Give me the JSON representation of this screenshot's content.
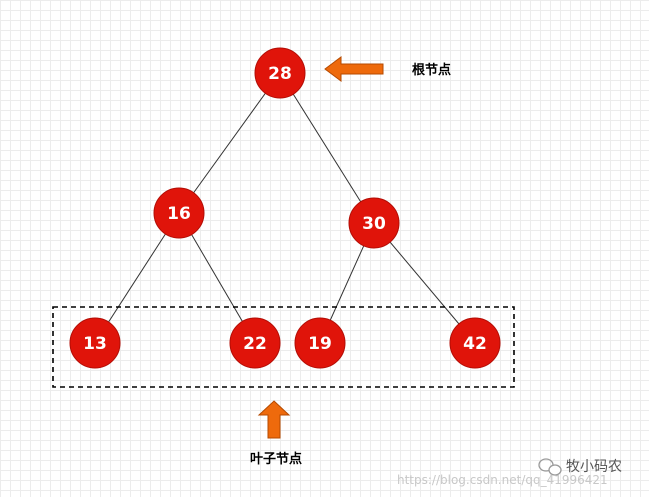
{
  "colors": {
    "node_fill": "#e0140a",
    "node_stroke": "#b30d05",
    "node_text": "#ffffff",
    "edge": "#333333",
    "arrow_fill": "#ee6a0c",
    "arrow_stroke": "#b54a00",
    "leaf_box_border": "#000000",
    "background": "#ffffff",
    "grid": "#ececec"
  },
  "tree": {
    "nodes": [
      {
        "id": "n28",
        "label": "28",
        "role": "root"
      },
      {
        "id": "n16",
        "label": "16",
        "role": "internal"
      },
      {
        "id": "n30",
        "label": "30",
        "role": "internal"
      },
      {
        "id": "n13",
        "label": "13",
        "role": "leaf"
      },
      {
        "id": "n22",
        "label": "22",
        "role": "leaf"
      },
      {
        "id": "n19",
        "label": "19",
        "role": "leaf"
      },
      {
        "id": "n42",
        "label": "42",
        "role": "leaf"
      }
    ],
    "edges": [
      {
        "from": "n28",
        "to": "n16"
      },
      {
        "from": "n28",
        "to": "n30"
      },
      {
        "from": "n16",
        "to": "n13"
      },
      {
        "from": "n16",
        "to": "n22"
      },
      {
        "from": "n30",
        "to": "n19"
      },
      {
        "from": "n30",
        "to": "n42"
      }
    ]
  },
  "annotations": {
    "root_label": "根节点",
    "leaf_label": "叶子节点",
    "root_arrow_icon": "arrow-left-icon",
    "leaf_arrow_icon": "arrow-up-icon"
  },
  "watermark": {
    "url_text": "https://blog.csdn.net/qq_41996421",
    "brand_text": "牧小码农",
    "brand_icon": "wechat-icon"
  }
}
